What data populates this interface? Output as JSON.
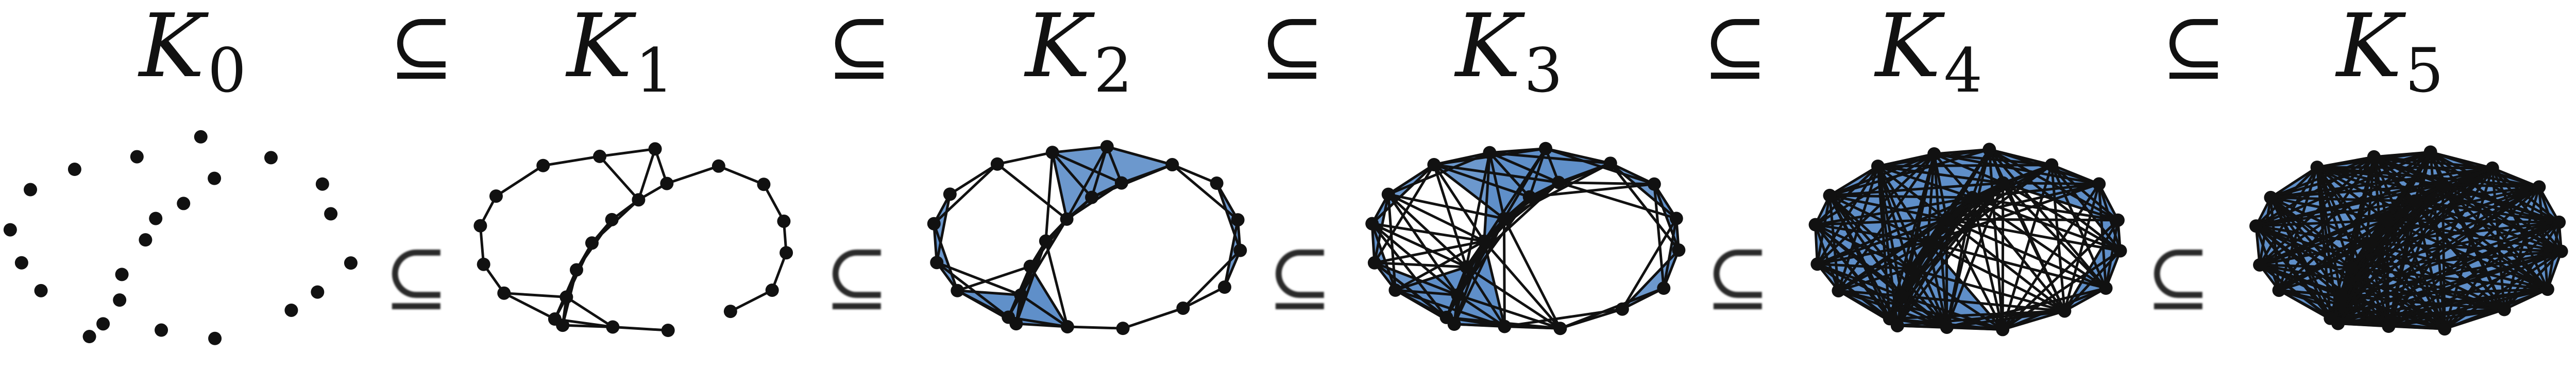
{
  "complexes": [
    {
      "symbol": "K",
      "index": "0"
    },
    {
      "symbol": "K",
      "index": "1"
    },
    {
      "symbol": "K",
      "index": "2"
    },
    {
      "symbol": "K",
      "index": "3"
    },
    {
      "symbol": "K",
      "index": "4"
    },
    {
      "symbol": "K",
      "index": "5"
    }
  ],
  "subset_symbol": "⊆",
  "colors": {
    "fill": "#5f8fc9",
    "vertex": "#111111",
    "edge": "#111111"
  },
  "filtration": {
    "stages": [
      {
        "index": 0,
        "edges": "none",
        "triangles": "none"
      },
      {
        "index": 1,
        "edges": "neighbors",
        "triangles": "none"
      },
      {
        "index": 2,
        "edges": "near",
        "triangles": "few"
      },
      {
        "index": 3,
        "edges": "medium",
        "triangles": "several"
      },
      {
        "index": 4,
        "edges": "dense",
        "triangles": "many"
      },
      {
        "index": 5,
        "edges": "very dense",
        "triangles": "most"
      }
    ]
  }
}
